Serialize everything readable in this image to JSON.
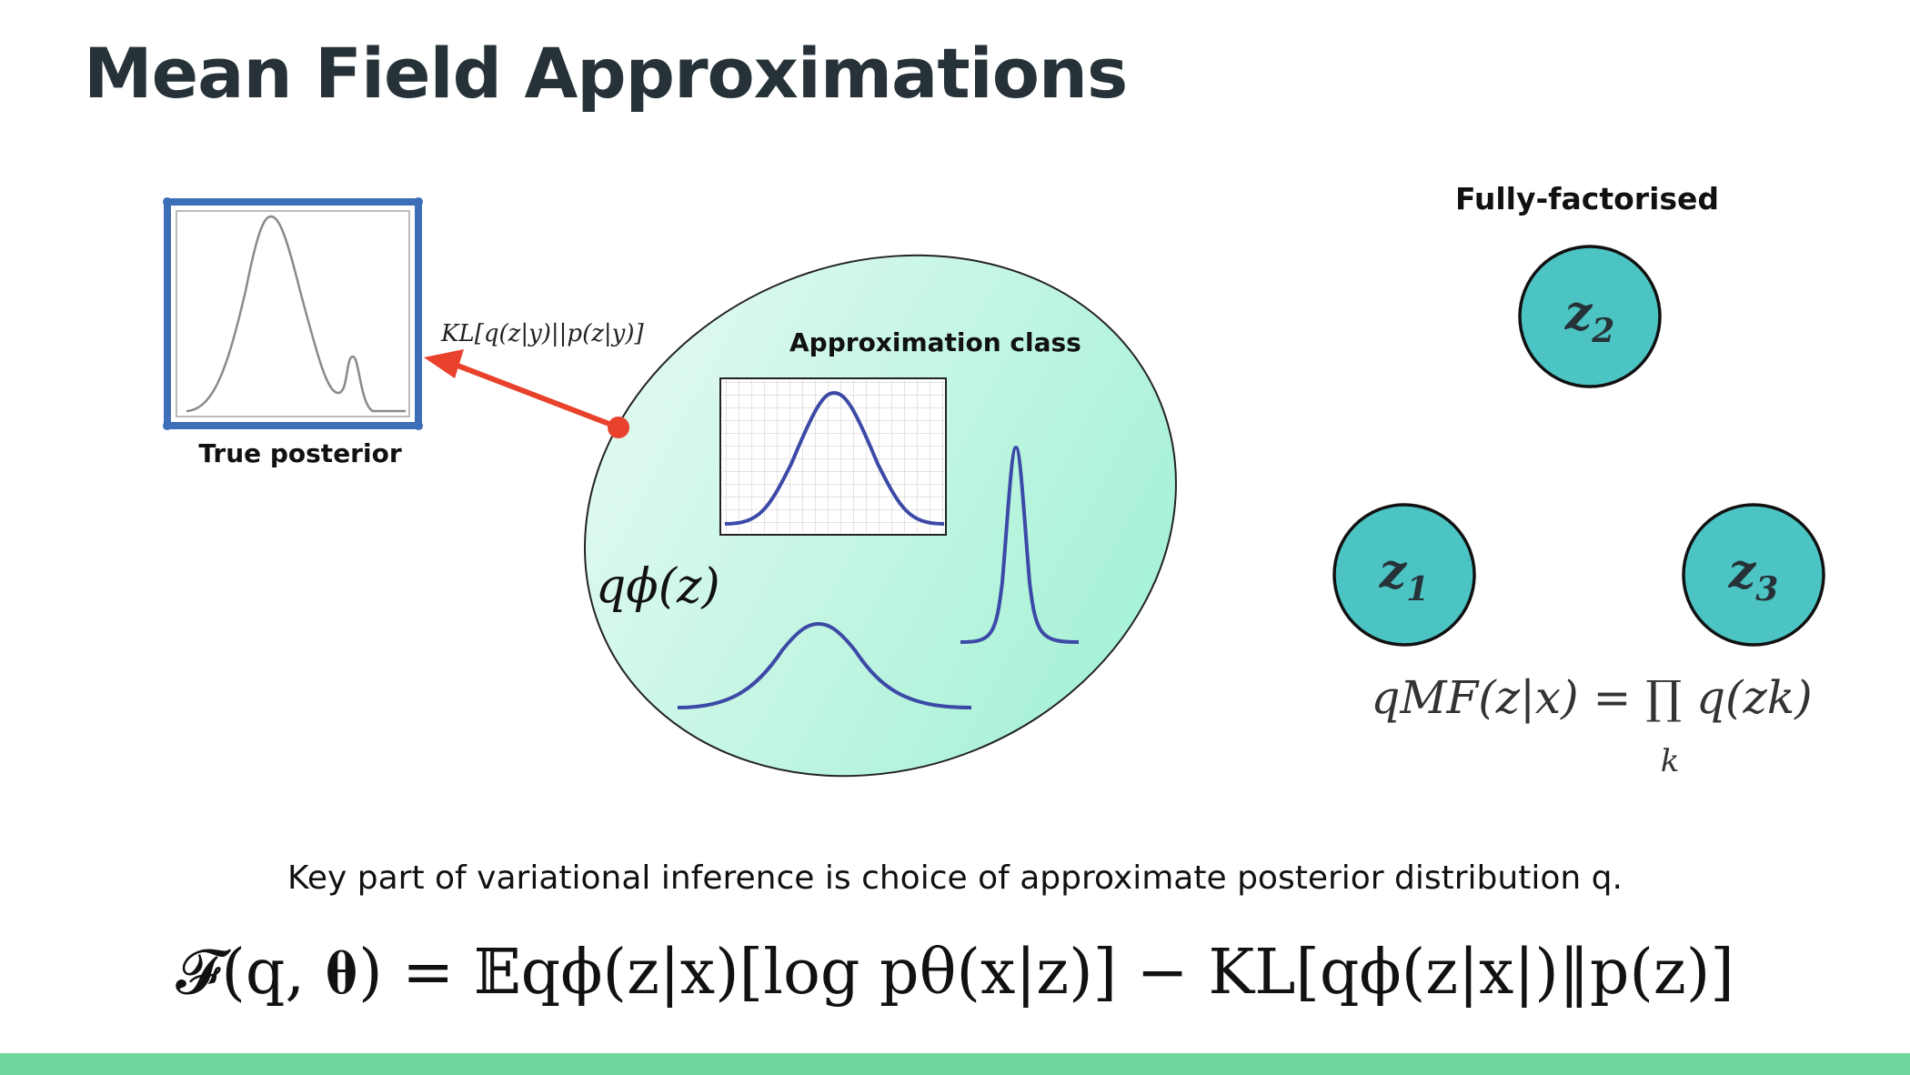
{
  "slide": {
    "title": "Mean Field Approximations",
    "caption": "Key part of variational inference is choice of approximate posterior distribution q.",
    "formula": "𝓕(q, 𝛉) = 𝔼qϕ(z|x)[log pθ(x|z)] − KL[qϕ(z|x|)‖p(z)]"
  },
  "left_diagram": {
    "true_posterior_label": "True posterior",
    "kl_label": "KL[q(z|y)||p(z|y)]",
    "approx_class_label": "Approximation class",
    "q_label": "qϕ(z)"
  },
  "right_diagram": {
    "heading": "Fully-factorised",
    "nodes": [
      {
        "base": "z",
        "sub": "2"
      },
      {
        "base": "z",
        "sub": "1"
      },
      {
        "base": "z",
        "sub": "3"
      }
    ],
    "mf_equation": "qMF(z|x) = ∏ q(zk)",
    "product_index": "k"
  },
  "colors": {
    "accent_bar": "#6fd79c",
    "node_fill": "#4cc4c4",
    "frame_blue": "#3c6fb7",
    "arrow_red": "#e8412c",
    "curve_blue": "#3c49a6"
  }
}
